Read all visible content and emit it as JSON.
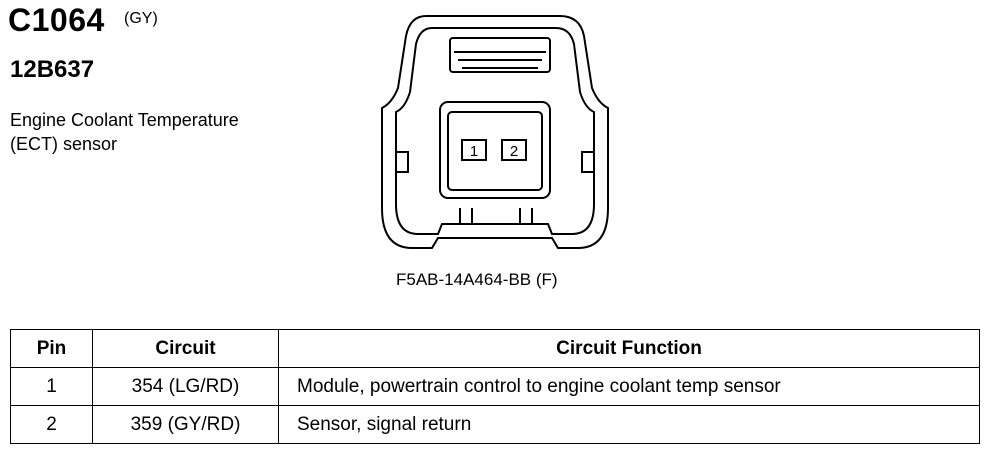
{
  "connector": {
    "id": "C1064",
    "wire_color": "(GY)",
    "part_number": "12B637",
    "description_line1": "Engine Coolant Temperature",
    "description_line2": "(ECT) sensor",
    "service_number": "F5AB-14A464-BB (F)",
    "cavity_labels": [
      "1",
      "2"
    ]
  },
  "table": {
    "headers": [
      "Pin",
      "Circuit",
      "Circuit Function"
    ],
    "rows": [
      {
        "pin": "1",
        "circuit": "354 (LG/RD)",
        "function": "Module, powertrain control to engine coolant temp sensor"
      },
      {
        "pin": "2",
        "circuit": "359 (GY/RD)",
        "function": "Sensor, signal return"
      }
    ]
  }
}
